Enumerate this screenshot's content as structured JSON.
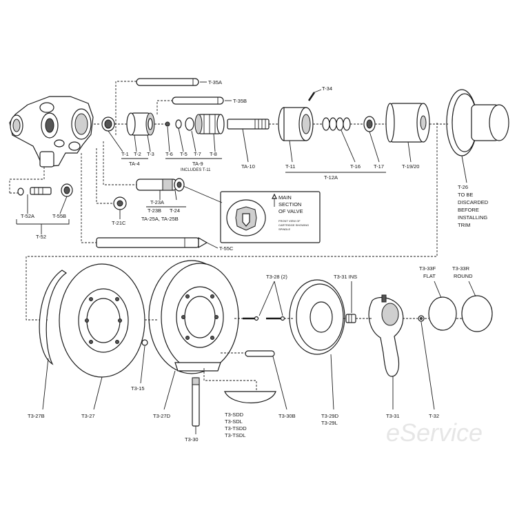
{
  "labels": {
    "t35a": "T-35A",
    "t35b": "T-35B",
    "t34": "T-34",
    "t1": "T-1",
    "t2": "T-2",
    "t3": "T-3",
    "ta4": "TA-4",
    "t6": "T-6",
    "t5": "T-5",
    "t7": "T-7",
    "t8": "T-8",
    "ta9": "TA-9",
    "ta9_note": "INCLUDES T-11",
    "ta10": "TA-10",
    "t11": "T-11",
    "t16": "T-16",
    "t17": "T-17",
    "t1920": "T-19/20",
    "t12a": "T-12A",
    "t26_lines": [
      "T-26",
      "TO BE",
      "DISCARDED",
      "BEFORE",
      "INSTALLING",
      "TRIM"
    ],
    "t23a": "T-23A",
    "t23b": "T-23B",
    "t24": "T-24",
    "ta25": "TA-25A, TA-25B",
    "t52a": "T-52A",
    "t55b": "T-55B",
    "t52": "T-52",
    "t21c": "T-21C",
    "t55c": "T-55C",
    "main_section": [
      "MAIN",
      "SECTION",
      "OF VALVE"
    ],
    "front_view_note": [
      "FRONT VIEW OF",
      "CARTRIDGE SHOWING",
      "SPINDLE"
    ],
    "t328": "T3-28 (2)",
    "t331ins": "T3-31 INS",
    "t333f": [
      "T3-33F",
      "FLAT"
    ],
    "t333r": [
      "T3-33R",
      "ROUND"
    ],
    "t327b": "T3-27B",
    "t327": "T3-27",
    "t315": "T3-15",
    "t327d": "T3-27D",
    "t330": "T3-30",
    "t3sdd": [
      "T3-SDD",
      "T3-SDL",
      "T3-TSDD",
      "T3-TSDL"
    ],
    "t330b": "T3-30B",
    "t329": [
      "T3-29D",
      "T3-29L"
    ],
    "t331": "T3-31",
    "t32": "T-32"
  },
  "watermark": "eService"
}
